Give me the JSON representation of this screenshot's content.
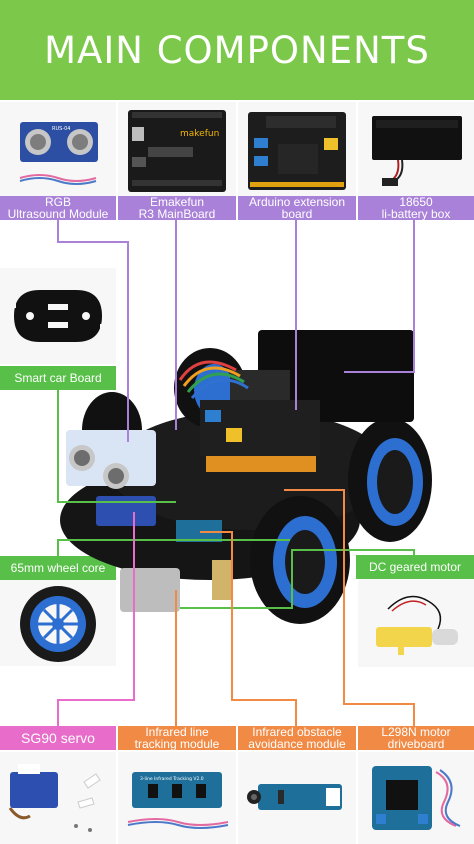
{
  "title": "MAIN COMPONENTS",
  "colors": {
    "header": "#7cc84a",
    "purple_label": "#a981d8",
    "green_label": "#58c048",
    "pink_label": "#e86cc9",
    "orange_label": "#f08a45"
  },
  "top_components": [
    {
      "line1": "RGB",
      "line2": "Ultrasound Module",
      "icon": "ultrasound-module"
    },
    {
      "line1": "Emakefun",
      "line2": "R3 MainBoard",
      "icon": "main-board"
    },
    {
      "line1": "Arduino extension",
      "line2": "board",
      "icon": "extension-board"
    },
    {
      "line1": "18650",
      "line2": "li-battery box",
      "icon": "battery-box"
    }
  ],
  "side_components": {
    "left_top": {
      "label": "Smart car Board",
      "icon": "car-board"
    },
    "left_bottom": {
      "label": "65mm wheel core",
      "icon": "wheel"
    },
    "right": {
      "label": "DC geared motor",
      "icon": "dc-motor"
    }
  },
  "bottom_components": [
    {
      "line1": "SG90 servo",
      "line2": "",
      "icon": "servo"
    },
    {
      "line1": "Infrared line",
      "line2": "tracking  module",
      "icon": "line-tracking-module"
    },
    {
      "line1": "Infrared obstacle",
      "line2": "avoidance module",
      "icon": "obstacle-module"
    },
    {
      "line1": "L298N motor",
      "line2": "driveboard",
      "icon": "motor-driver"
    }
  ],
  "board_texts": {
    "ultrasound_chip": "RUS-04",
    "brand": "makefun",
    "tracking_chip": "3-line Infrared Tracking V2.0"
  }
}
